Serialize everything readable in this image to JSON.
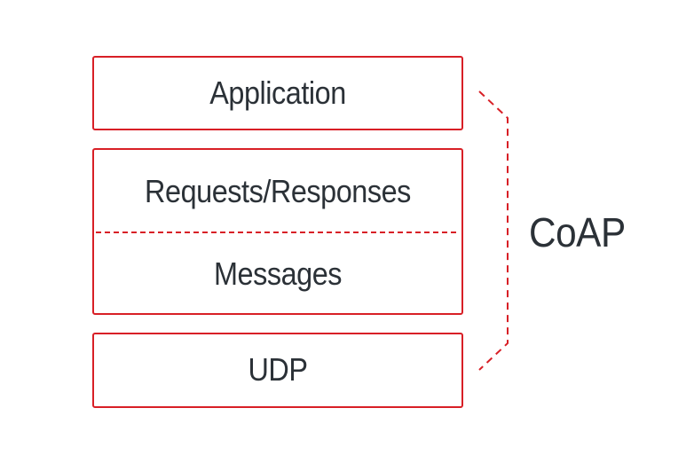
{
  "diagram": {
    "layers": {
      "application": "Application",
      "requests_responses": "Requests/Responses",
      "messages": "Messages",
      "udp": "UDP"
    },
    "group_label": "CoAP",
    "colors": {
      "accent": "#d81f26",
      "text": "#2b3137",
      "background": "#ffffff"
    }
  }
}
